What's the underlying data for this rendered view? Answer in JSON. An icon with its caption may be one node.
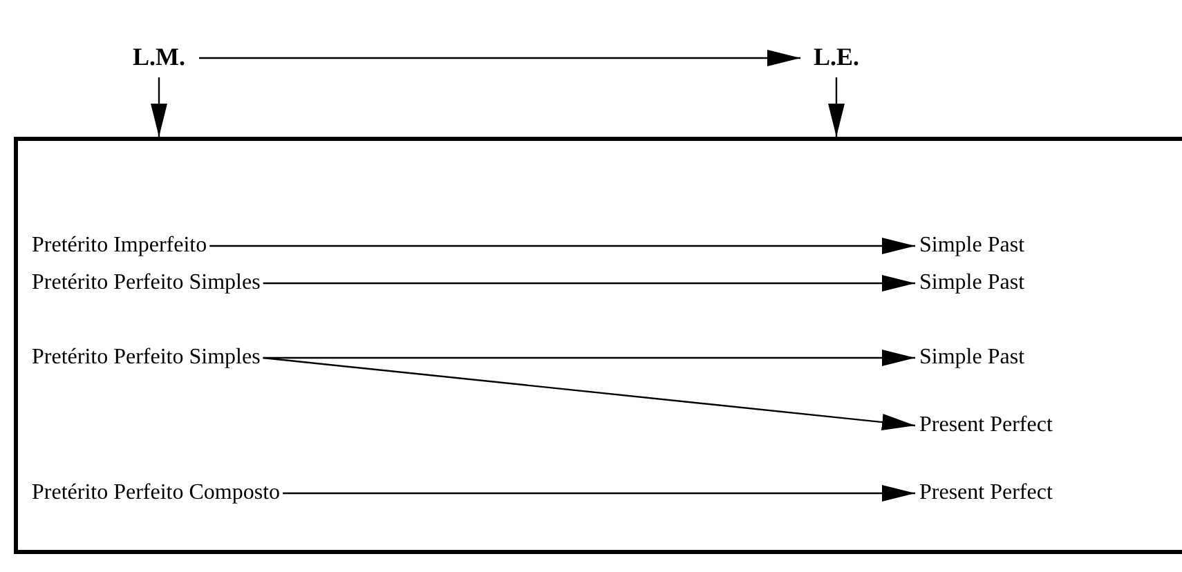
{
  "diagram": {
    "nodes": [
      {
        "text": [
          "L.M."
        ]
      },
      {
        "text": [
          "L.E."
        ]
      },
      {
        "text": [],
        "shape": "box"
      },
      {
        "text": [
          "Pretérito Imperfeito"
        ],
        "in": 2
      },
      {
        "text": [
          "Simple Past"
        ],
        "in": 2
      },
      {
        "text": [
          "Pretérito Perfeito Simples"
        ],
        "in": 2
      },
      {
        "text": [
          "Simple Past"
        ],
        "in": 2
      },
      {
        "text": [
          "Pretérito Perfeito Simples"
        ],
        "in": 2
      },
      {
        "text": [
          "Simple Past"
        ],
        "in": 2
      },
      {
        "text": [
          "Present Perfect"
        ],
        "in": 2
      },
      {
        "text": [
          "Pretérito Perfeito Composto"
        ],
        "in": 2
      },
      {
        "text": [
          "Present Perfect"
        ],
        "in": 2
      }
    ],
    "edges": [
      {
        "from": 0,
        "to": 1,
        "arrow": "to"
      },
      {
        "from": 0,
        "to": 2,
        "arrow": "to"
      },
      {
        "from": 1,
        "to": 2,
        "arrow": "to"
      },
      {
        "from": 3,
        "to": 4,
        "arrow": "to"
      },
      {
        "from": 5,
        "to": 6,
        "arrow": "to"
      },
      {
        "from": 7,
        "to": 8,
        "arrow": "to"
      },
      {
        "from": 7,
        "to": 9,
        "arrow": "to"
      },
      {
        "from": 10,
        "to": 11,
        "arrow": "to"
      }
    ]
  }
}
